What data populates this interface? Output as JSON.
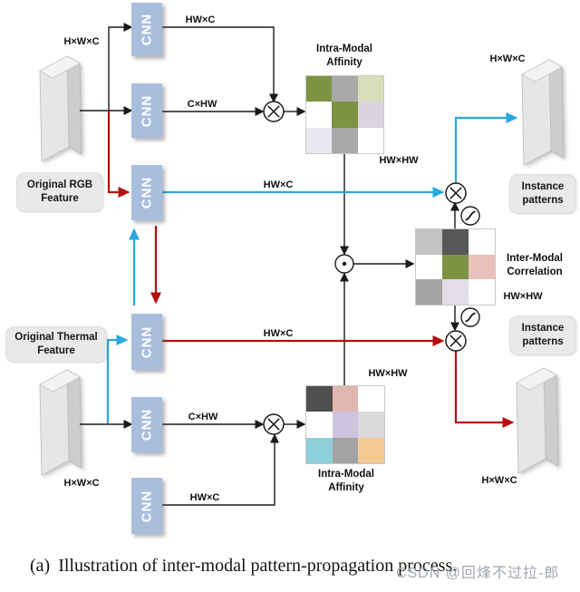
{
  "colors": {
    "blue": "#29a8df",
    "red": "#b3100f",
    "black_line": "#1a1a1a",
    "cnn_fill": "#a9bedd",
    "badge_fill": "#e9e9e9",
    "slab_front": "#e6e6e6",
    "slab_side": "#cdcdcd",
    "matrix_border": "#c8c8c8",
    "olive_green": "#7d9343",
    "watermark_gray": "#a0a6b0"
  },
  "rgb_branch": {
    "dims": "H×W×C",
    "feature_label": "Original RGB Feature",
    "cnn1": "CNN",
    "cnn2": "CNN",
    "cnn3": "CNN",
    "arrow_top": "HW×C",
    "arrow_mid": "C×HW",
    "arrow_out": "HW×C",
    "affinity_title": "Intra-Modal Affinity",
    "affinity_dims": "HW×HW",
    "affinity_cells": [
      [
        "#7d9343",
        "#a9a9a9",
        "#d6dfb9"
      ],
      [
        "#ffffff",
        "#7d9343",
        "#d9d3e0"
      ],
      [
        "#eae7f0",
        "#a9a9a9",
        "#ffffff"
      ]
    ]
  },
  "thermal_branch": {
    "dims": "H×W×C",
    "feature_label": "Original Thermal Feature",
    "cnn1": "CNN",
    "cnn2": "CNN",
    "cnn3": "CNN",
    "arrow_out": "HW×C",
    "arrow_mid": "C×HW",
    "arrow_bottom": "HW×C",
    "affinity_title": "Intra-Modal Affinity",
    "affinity_dims": "HW×HW",
    "affinity_cells": [
      [
        "#4f4f4f",
        "#e2b6b0",
        "#ffffff"
      ],
      [
        "#ffffff",
        "#cdc3de",
        "#d9d9d9"
      ],
      [
        "#8ecfdc",
        "#a3a3a3",
        "#f6c894"
      ]
    ]
  },
  "inter_modal": {
    "title": "Inter-Modal Correlation",
    "dims": "HW×HW",
    "cells": [
      [
        "#c3c3c3",
        "#575757",
        "#ffffff"
      ],
      [
        "#ffffff",
        "#7d9343",
        "#e9c0ba"
      ],
      [
        "#a3a3a3",
        "#e3dde9",
        "#ffffff"
      ]
    ]
  },
  "outputs": {
    "rgb_dims": "H×W×C",
    "rgb_label": "Instance patterns",
    "thermal_dims": "H×W×C",
    "thermal_label": "Instance patterns"
  },
  "caption": {
    "index": "(a)",
    "text": "Illustration of inter-modal pattern-propagation process."
  },
  "watermark": "CSDN @回烽不过拉-郎"
}
